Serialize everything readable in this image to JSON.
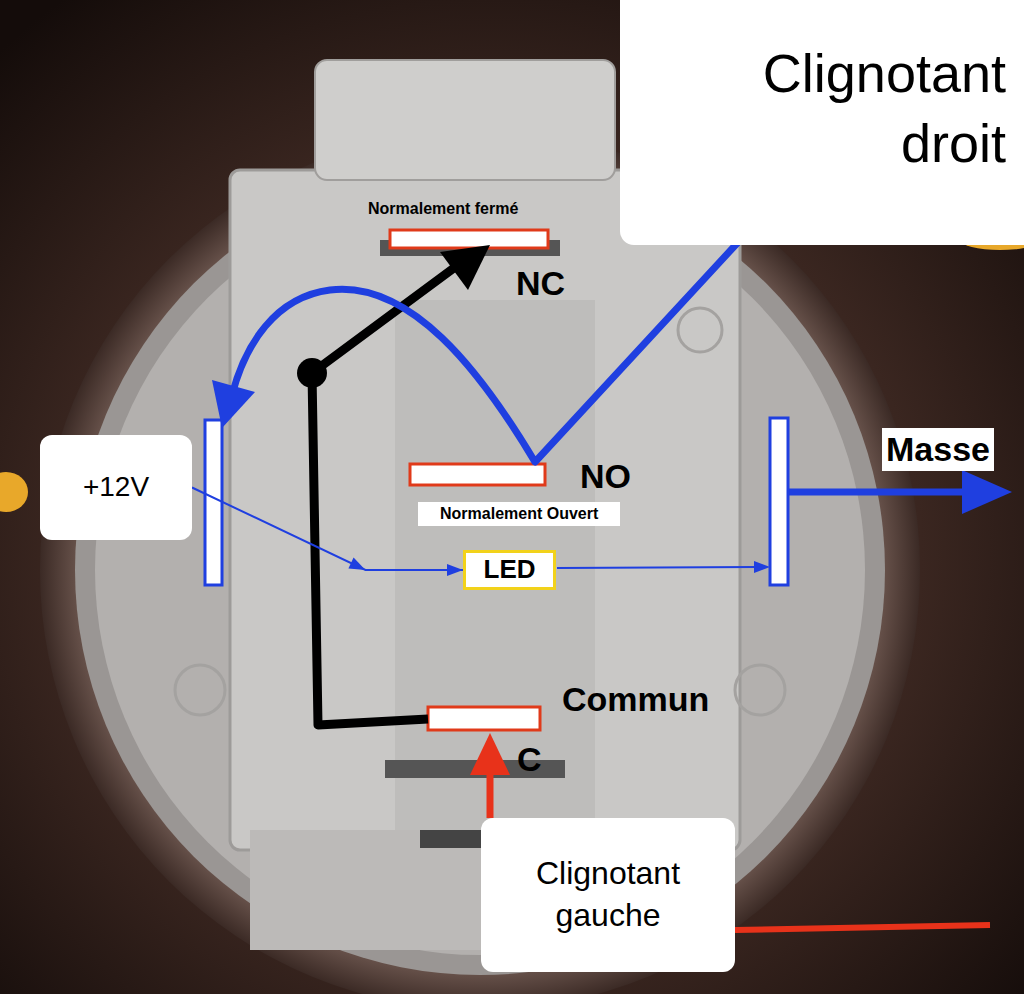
{
  "diagram": {
    "nodes": [
      {
        "text": [
          "Clignotant droit"
        ]
      },
      {
        "text": [
          "+12V"
        ]
      },
      {
        "text": [
          "LED"
        ]
      },
      {
        "text": [
          "Clignotant gauche"
        ]
      }
    ],
    "edges": [
      {
        "from": 1,
        "to": 2,
        "arrow": "to"
      }
    ],
    "labels": [
      "Normalement fermé",
      "NC",
      "NO",
      "Normalement Ouvert",
      "Commun",
      "C",
      "Masse"
    ]
  }
}
